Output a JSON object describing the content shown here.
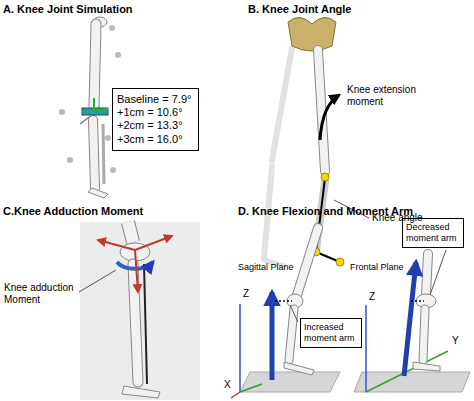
{
  "diagram": {
    "nodes": [
      {
        "text": [
          "Baseline = 7.9°",
          "+1cm = 10.6°",
          "+2cm = 13.3°",
          "+3cm = 16.0°"
        ]
      },
      {
        "text": [
          "Increased moment arm"
        ]
      },
      {
        "text": [
          "Decreased moment arm"
        ]
      }
    ],
    "labels": [
      "A. Knee Joint Simulation",
      "B. Knee Joint Angle",
      "Knee extension moment",
      "Knee angle",
      "C.Knee Adduction Moment",
      "Knee adduction Moment",
      "D. Knee Flexion and Moment Arm",
      "Sagittal Plane",
      "Frontal Plane",
      "Z",
      "X",
      "Z",
      "Y"
    ]
  }
}
